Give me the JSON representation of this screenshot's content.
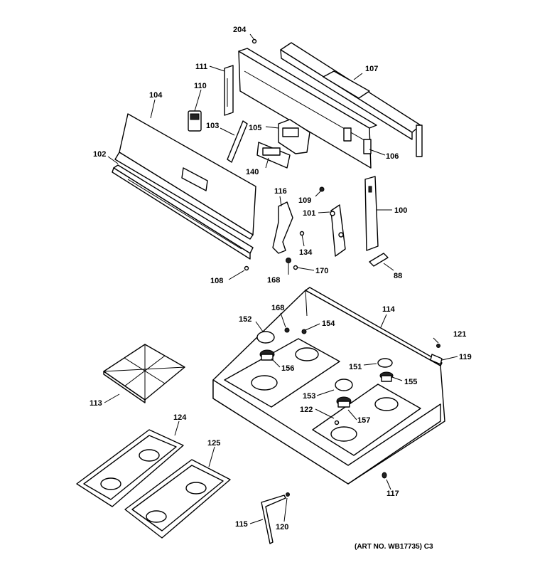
{
  "parts": {
    "p204": "204",
    "p111": "111",
    "p107": "107",
    "p104": "104",
    "p110": "110",
    "p103": "103",
    "p105": "105",
    "p106": "106",
    "p102": "102",
    "p140": "140",
    "p116": "116",
    "p109": "109",
    "p101": "101",
    "p100": "100",
    "p134": "134",
    "p108": "108",
    "p168a": "168",
    "p170": "170",
    "p88": "88",
    "p152": "152",
    "p168b": "168",
    "p154": "154",
    "p114": "114",
    "p121": "121",
    "p119": "119",
    "p156": "156",
    "p151": "151",
    "p155": "155",
    "p113": "113",
    "p153": "153",
    "p122": "122",
    "p157": "157",
    "p124": "124",
    "p125": "125",
    "p117": "117",
    "p115": "115",
    "p120": "120"
  },
  "art_number": "(ART NO. WB17735) C3"
}
